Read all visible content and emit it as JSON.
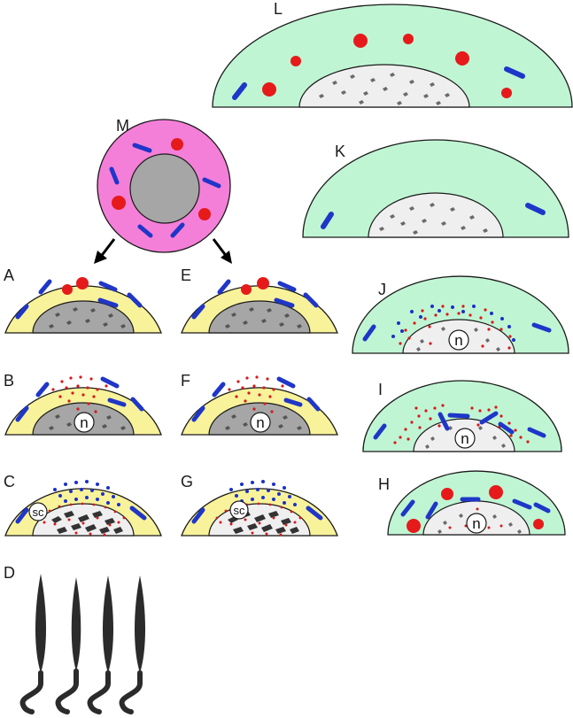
{
  "figure": {
    "panel_letters": {
      "L": "L",
      "M": "M",
      "K": "K",
      "A": "A",
      "E": "E",
      "J": "J",
      "B": "B",
      "F": "F",
      "I": "I",
      "C": "C",
      "G": "G",
      "H": "H",
      "D": "D"
    },
    "labels": {
      "nucleolus": "n",
      "sc": "sc"
    },
    "colors": {
      "green_cytoplasm": "#c0f5d4",
      "yellow_cytoplasm": "#f8f29a",
      "pink_cytoplasm": "#f47fd8",
      "nucleus_light": "#ececec",
      "nucleus_dark": "#a6a6a6",
      "red_granule": "#e61a1a",
      "blue_rod": "#1f36c8",
      "blue_dot": "#1a30c8",
      "outline": "#1a1a1a",
      "sperm": "#2b2b2b"
    }
  }
}
